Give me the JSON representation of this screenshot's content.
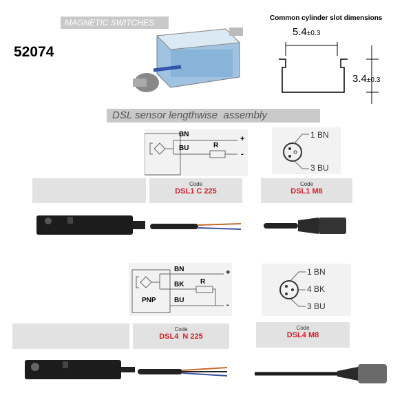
{
  "header": {
    "banner": "MAGNETIC SWITCHES",
    "product_number": "52074"
  },
  "slot": {
    "title": "Common cylinder slot dimensions",
    "width": "5.4",
    "width_tol": "±0.3",
    "depth": "3.4",
    "depth_tol": "±0.3"
  },
  "section_title": "DSL sensor lengthwise  assembly",
  "row1": {
    "wiring": {
      "bn": "BN",
      "bu": "BU",
      "r": "R",
      "plus": "+",
      "minus": "-"
    },
    "pinout": {
      "pin1": "1 BN",
      "pin3": "3 BU"
    },
    "code_label": "Code",
    "cable_code": "DSL1 C 225",
    "m8_code": "DSL1 M8"
  },
  "row2": {
    "wiring": {
      "bn": "BN",
      "bk": "BK",
      "bu": "BU",
      "r": "R",
      "pnp": "PNP",
      "plus": "+",
      "minus": "-"
    },
    "pinout": {
      "pin1": "1 BN",
      "pin4": "4 BK",
      "pin3": "3 BU"
    },
    "code_label": "Code",
    "cable_code": "DSL4  N 225",
    "m8_code": "DSL4 M8"
  },
  "colors": {
    "code_red": "#d21f2b",
    "panel_gray": "#e2e2e2"
  }
}
